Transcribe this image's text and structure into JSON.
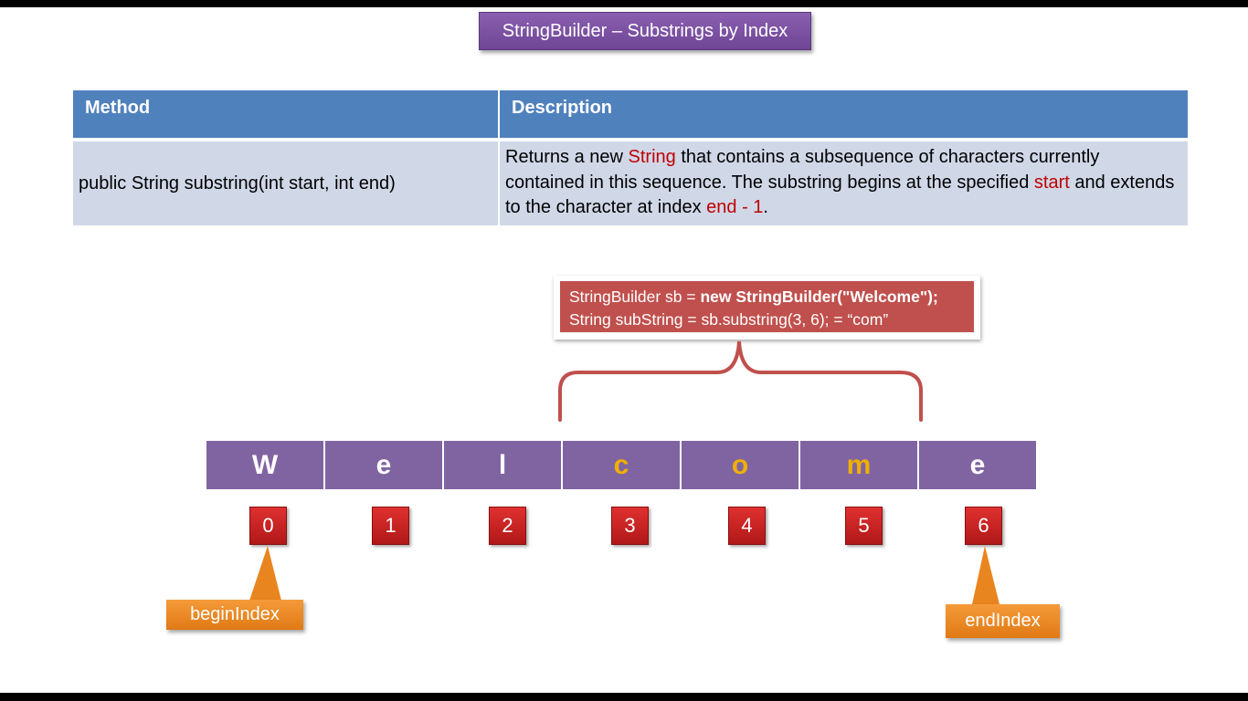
{
  "title": "StringBuilder – Substrings by Index",
  "table": {
    "headers": [
      "Method",
      "Description"
    ],
    "method": "public String substring(int start, int end)",
    "description": {
      "p1": "Returns a new ",
      "hl1": "String",
      "p2": " that contains a subsequence of characters currently contained in this sequence. The substring begins at the specified ",
      "hl2": "start",
      "p3": " and extends to the character at index ",
      "hl3": "end - 1",
      "p4": "."
    }
  },
  "code": {
    "line1_plain": "StringBuilder sb = ",
    "line1_bold": "new StringBuilder(\"Welcome\");",
    "line2": "String subString = sb.substring(3, 6);   = “com”"
  },
  "letters": [
    "W",
    "e",
    "l",
    "c",
    "o",
    "m",
    "e"
  ],
  "highlighted_indices": [
    3,
    4,
    5
  ],
  "indices": [
    "0",
    "1",
    "2",
    "3",
    "4",
    "5",
    "6"
  ],
  "callouts": {
    "begin": "beginIndex",
    "end": "endIndex"
  },
  "colors": {
    "title_bg": "#7b4fa3",
    "table_header": "#4f81bd",
    "table_body": "#d0d8e8",
    "highlight_text": "#c00000",
    "code_bg": "#c0504d",
    "letter_bg": "#8064a2",
    "letter_highlight": "#f0b000",
    "index_bg": "#c0282a",
    "callout_bg": "#e9851f"
  }
}
